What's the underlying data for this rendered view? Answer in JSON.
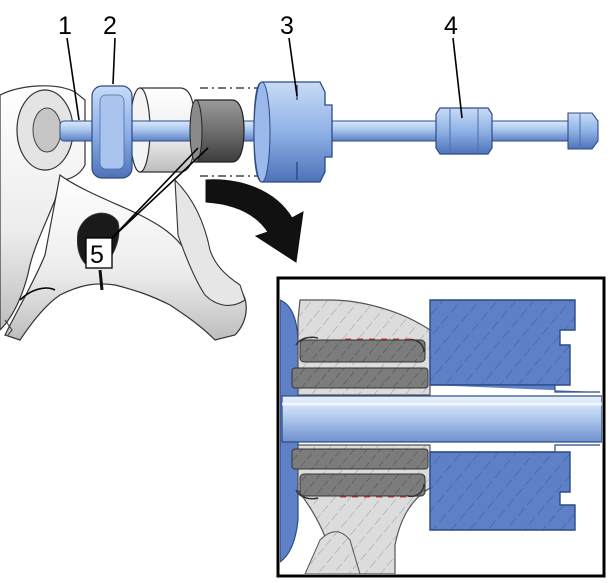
{
  "callouts": [
    {
      "id": "1",
      "text": "1"
    },
    {
      "id": "2",
      "text": "2"
    },
    {
      "id": "3",
      "text": "3"
    },
    {
      "id": "4",
      "text": "4"
    },
    {
      "id": "5",
      "text": "5"
    }
  ],
  "colors": {
    "tool_blue": "#8fb2e6",
    "tool_blue_dark": "#5b7fc4",
    "rod_blue": "#a8c6ee",
    "bushing_grey": "#6e6e6e",
    "arm_white": "#efefef",
    "section_hatch": "#d6d6d6",
    "outline": "#000000"
  }
}
